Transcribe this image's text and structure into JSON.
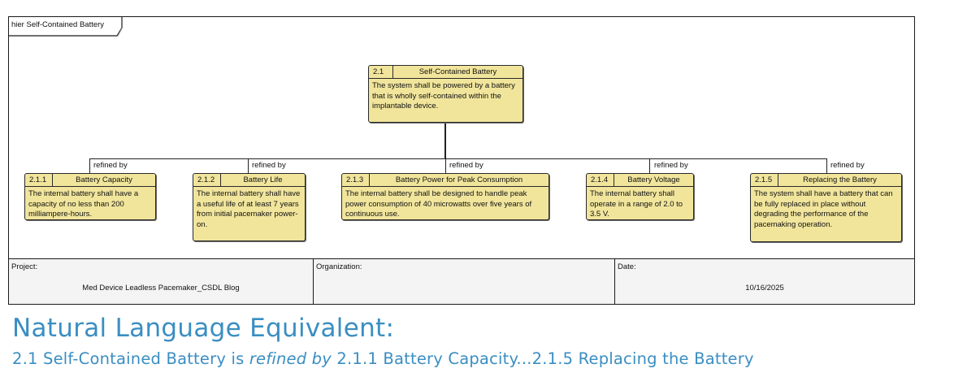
{
  "diagram": {
    "frame_label": "hier Self-Contained Battery",
    "parent": {
      "id": "2.1",
      "name": "Self-Contained Battery",
      "text": "The system shall be powered by a battery that is wholly self-contained within the implantable device."
    },
    "relation_label": "refined by",
    "children": [
      {
        "id": "2.1.1",
        "name": "Battery Capacity",
        "text": "The internal battery shall have a capacity of no less than 200 milliampere-hours."
      },
      {
        "id": "2.1.2",
        "name": "Battery Life",
        "text": "The internal battery shall have a useful life of at least 7 years from initial pacemaker power-on."
      },
      {
        "id": "2.1.3",
        "name": "Battery Power for Peak Consumption",
        "text": "The internal battery shall be designed to handle peak power consumption of 40 microwatts over five years of continuous use."
      },
      {
        "id": "2.1.4",
        "name": "Battery Voltage",
        "text": "The internal battery shall operate in a range of 2.0 to 3.5 V."
      },
      {
        "id": "2.1.5",
        "name": "Replacing the Battery",
        "text": "The system shall have a battery that can be fully replaced in place without degrading the performance of the pacemaking operation."
      }
    ],
    "colors": {
      "requirement_fill": "#f1e59c",
      "footer_fill": "#f4f4f4",
      "heading_blue": "#3a8ec2"
    }
  },
  "footer": {
    "project_label": "Project:",
    "project_value": "Med Device Leadless Pacemaker_CSDL Blog",
    "organization_label": "Organization:",
    "organization_value": "",
    "date_label": "Date:",
    "date_value": "10/16/2025"
  },
  "natural_language": {
    "title": "Natural Language Equivalent:",
    "part1": "2.1 Self-Contained Battery is ",
    "part_italic": "refined by",
    "part2": " 2.1.1 Battery Capacity...2.1.5 Replacing the Battery"
  }
}
